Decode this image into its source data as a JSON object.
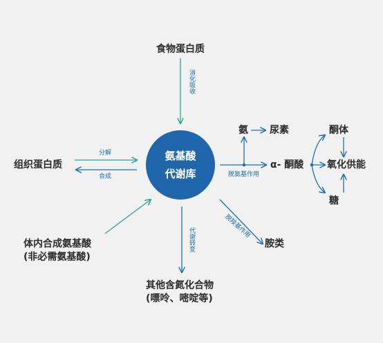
{
  "center": {
    "line1": "氨基酸",
    "line2": "代谢库"
  },
  "nodes": {
    "food_protein": "食物蛋白质",
    "tissue_protein": "组织蛋白质",
    "internal_amino": "体内合成氨基酸",
    "internal_amino_sub": "(非必需氨基酸)",
    "other_nitrogen": "其他含氮化合物",
    "other_nitrogen_sub": "(嘌呤、嘧啶等)",
    "ammonia": "氨",
    "urea": "尿素",
    "alpha_keto": "α- 酮酸",
    "amine": "胺类",
    "ketone": "酮体",
    "oxidation": "氧化供能",
    "sugar": "糖"
  },
  "edges": {
    "digest": "消化吸收",
    "decompose": "分解",
    "synthesize": "合成",
    "metab_transform": "代谢转变",
    "deamination": "脱氨基作用",
    "decarboxylation": "脱羧基作用"
  },
  "colors": {
    "arrow_teal": "#2aa394",
    "arrow_blue": "#1f6fb1",
    "center_fill": "#1f66ad"
  }
}
